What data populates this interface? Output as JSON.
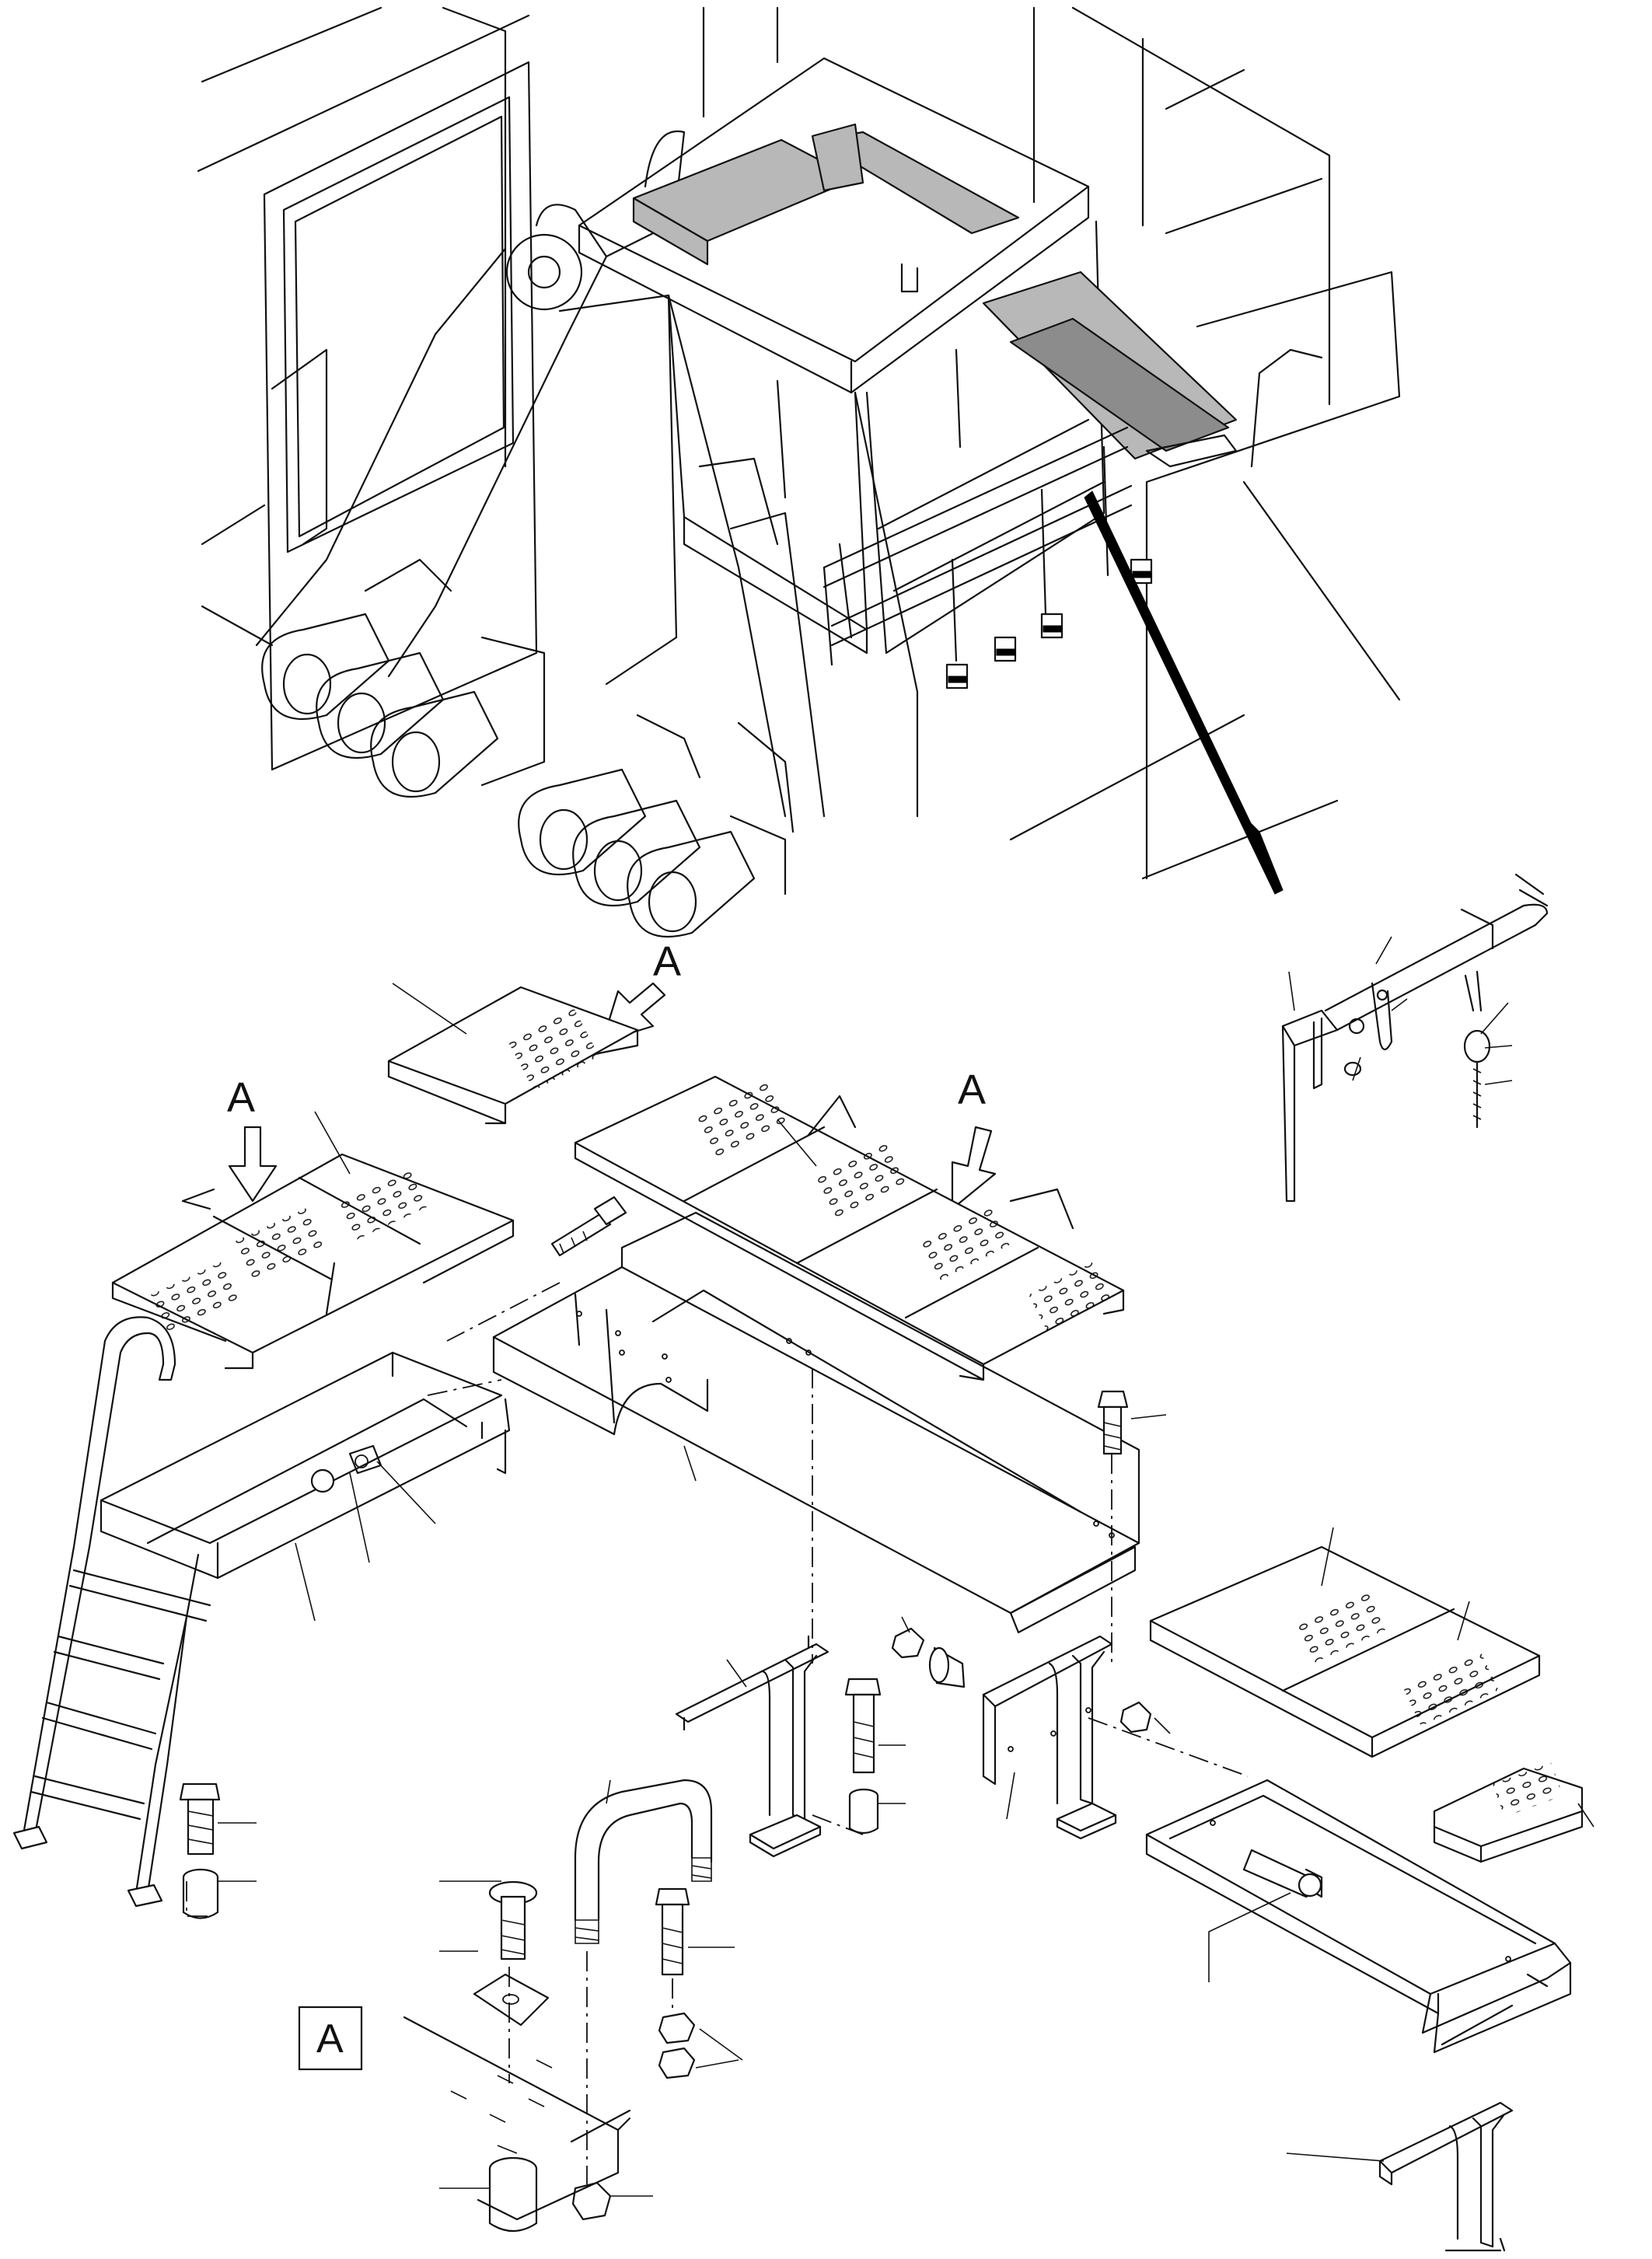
{
  "view_labels": {
    "arrow_a_top": "A",
    "arrow_a_left": "A",
    "arrow_a_right": "A",
    "detail_box": "A"
  }
}
